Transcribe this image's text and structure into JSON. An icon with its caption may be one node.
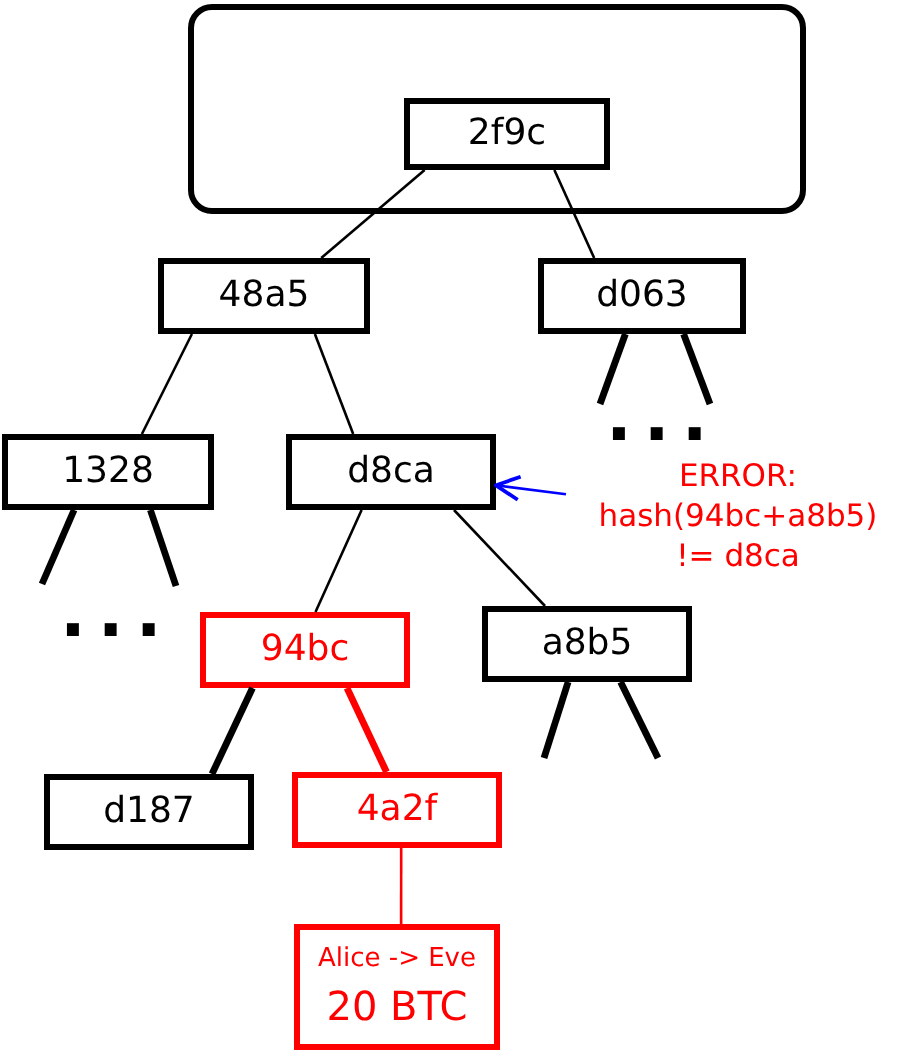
{
  "diagram": {
    "nodes": [
      {
        "text": [],
        "shape": "box"
      },
      {
        "text": [
          "2f9c"
        ],
        "in": 0
      },
      {
        "text": [
          "48a5"
        ]
      },
      {
        "text": [
          "d063"
        ]
      },
      {
        "text": [
          "1328"
        ]
      },
      {
        "text": [
          "d8ca"
        ]
      },
      {
        "text": [
          "94bc"
        ]
      },
      {
        "text": [
          "a8b5"
        ]
      },
      {
        "text": [
          "d187"
        ]
      },
      {
        "text": [
          "4a2f"
        ]
      },
      {
        "text": [
          "Alice -> Eve",
          "20 BTC"
        ]
      },
      {
        "text": [
          "ERROR: hash(94bc+a8b5) != d8ca"
        ]
      }
    ],
    "edges": [
      {
        "from": 1,
        "to": 2,
        "arrow": "none"
      },
      {
        "from": 1,
        "to": 3,
        "arrow": "none"
      },
      {
        "from": 2,
        "to": 4,
        "arrow": "none"
      },
      {
        "from": 2,
        "to": 5,
        "arrow": "none"
      },
      {
        "from": 5,
        "to": 6,
        "arrow": "none"
      },
      {
        "from": 5,
        "to": 7,
        "arrow": "none"
      },
      {
        "from": 6,
        "to": 8,
        "arrow": "none",
        "style": "thick"
      },
      {
        "from": 6,
        "to": 9,
        "arrow": "none",
        "style": "thick",
        "color": "#ff0000"
      },
      {
        "from": 9,
        "to": 10,
        "arrow": "none",
        "color": "#ff0000"
      },
      {
        "from": 11,
        "to": 5,
        "arrow": "to",
        "color": "#0000ff"
      },
      {
        "from": 3,
        "to": null,
        "arrow": "none",
        "style": "thick"
      },
      {
        "from": 3,
        "to": null,
        "arrow": "none",
        "style": "thick"
      },
      {
        "from": 4,
        "to": null,
        "arrow": "none",
        "style": "thick"
      },
      {
        "from": 4,
        "to": null,
        "arrow": "none",
        "style": "thick"
      },
      {
        "from": 7,
        "to": null,
        "arrow": "none",
        "style": "thick"
      },
      {
        "from": 7,
        "to": null,
        "arrow": "none",
        "style": "thick"
      }
    ],
    "labels": [
      "...",
      "..."
    ]
  }
}
